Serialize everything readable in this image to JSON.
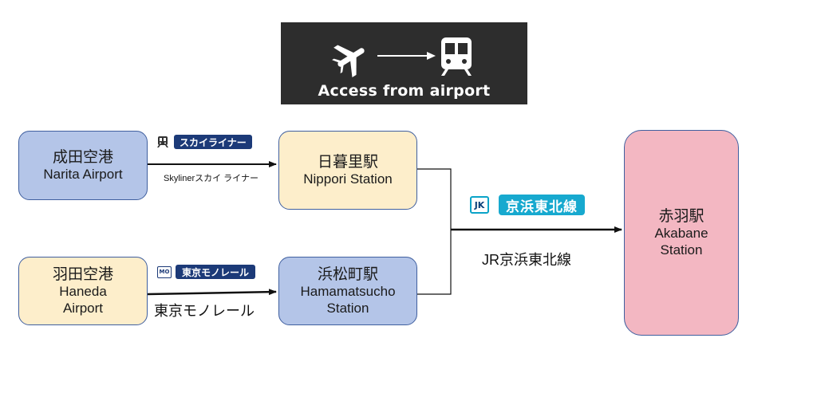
{
  "banner": {
    "label": "Access from airport",
    "icons": [
      "airplane-icon",
      "arrow-right-icon",
      "train-icon"
    ],
    "background": "#2d2d2d"
  },
  "nodes": {
    "narita": {
      "jp": "成田空港",
      "en": "Narita Airport",
      "color": "#b4c5e8"
    },
    "haneda": {
      "jp": "羽田空港",
      "en1": "Haneda",
      "en2": "Airport",
      "color": "#fdeecb"
    },
    "nippori": {
      "jp": "日暮里駅",
      "en": "Nippori Station",
      "color": "#fdeecb"
    },
    "hamamatsucho": {
      "jp": "浜松町駅",
      "en1": "Hamamatsucho",
      "en2": "Station",
      "color": "#b4c5e8"
    },
    "akabane": {
      "jp": "赤羽駅",
      "en1": "Akabane",
      "en2": "Station",
      "color": "#f3b7c2"
    }
  },
  "edges": {
    "skyliner": {
      "icon": "train-icon",
      "badge": "スカイライナー",
      "caption": "Skylinerスカイ ライナー"
    },
    "monorail": {
      "icon_text": "MO",
      "badge": "東京モノレール",
      "caption": "東京モノレール"
    },
    "keihin_tohoku": {
      "icon_text": "JK",
      "badge": "京浜東北線",
      "caption": "JR京浜東北線",
      "color": "#17a9cf"
    }
  }
}
